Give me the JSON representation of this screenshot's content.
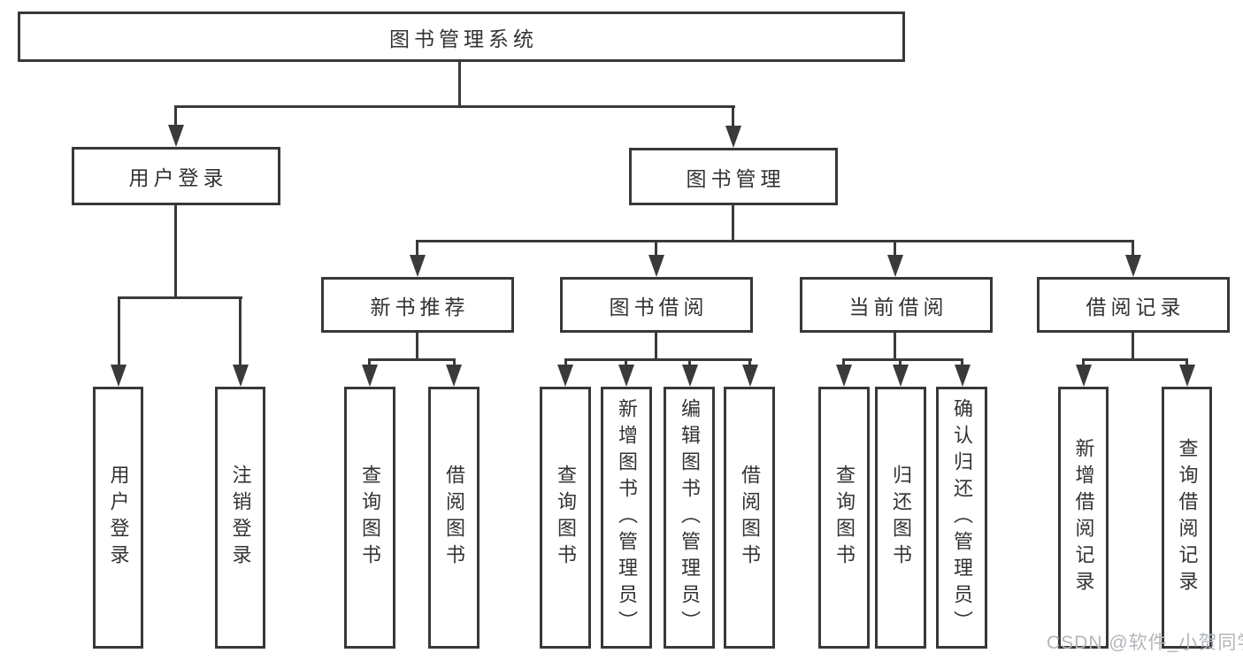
{
  "diagram": {
    "title": "图书管理系统",
    "watermark": "CSDN @软件_小贺同学",
    "colors": {
      "line": "#3a3a3a",
      "border": "#383838",
      "text": "#333333",
      "watermark": "#b2b5ba"
    },
    "root": {
      "label": "图书管理系统"
    },
    "branches": [
      {
        "label": "用户登录",
        "children": [
          "用户登录",
          "注销登录"
        ]
      },
      {
        "label": "图书管理",
        "sections": [
          {
            "label": "新书推荐",
            "children": [
              "查询图书",
              "借阅图书"
            ]
          },
          {
            "label": "图书借阅",
            "children": [
              "查询图书",
              "新增图书（管理员）",
              "编辑图书（管理员）",
              "借阅图书"
            ]
          },
          {
            "label": "当前借阅",
            "children": [
              "查询图书",
              "归还图书",
              "确认归还（管理员）"
            ]
          },
          {
            "label": "借阅记录",
            "children": [
              "新增借阅记录",
              "查询借阅记录"
            ]
          }
        ]
      }
    ]
  }
}
